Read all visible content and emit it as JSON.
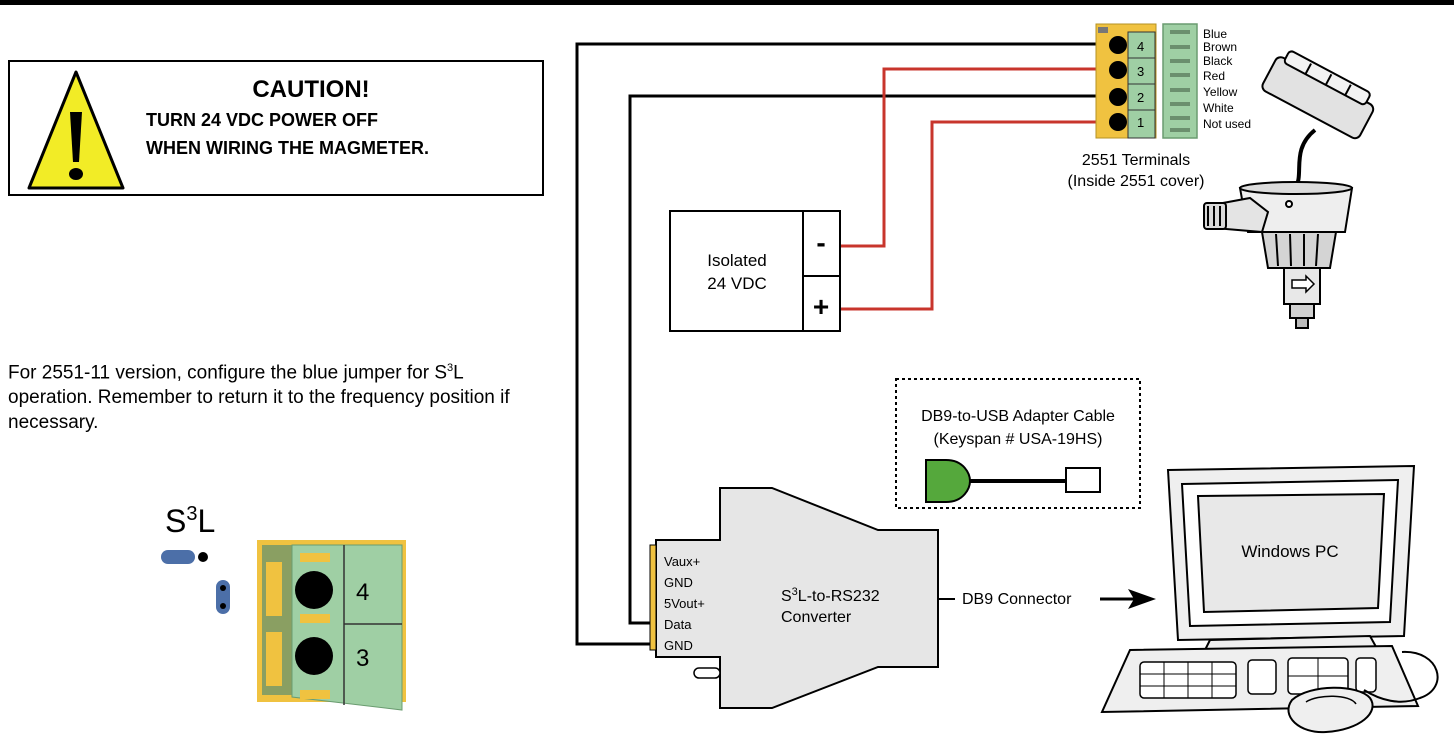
{
  "caution": {
    "title": "CAUTION!",
    "line1": "TURN 24 VDC POWER OFF",
    "line2": "WHEN WIRING THE MAGMETER."
  },
  "note": {
    "part1": "For 2551-11 version, configure the blue jumper for S",
    "sup": "3",
    "part2": "L operation.  Remember to return it to the frequency position if necessary."
  },
  "jumper_detail": {
    "label_s": "S",
    "label_sup": "3",
    "label_l": "L",
    "terminal_top": "4",
    "terminal_bottom": "3"
  },
  "terminal_block": {
    "numbers": [
      "4",
      "3",
      "2",
      "1"
    ],
    "wire_colors": [
      "Blue",
      "Brown",
      "Black",
      "Red",
      "Yellow",
      "White",
      "Not used"
    ],
    "caption_line1": "2551 Terminals",
    "caption_line2": "(Inside 2551 cover)"
  },
  "power_supply": {
    "line1": "Isolated",
    "line2": "24 VDC",
    "minus": "-",
    "plus": "+"
  },
  "adapter": {
    "line1": "DB9-to-USB Adapter Cable",
    "line2": "(Keyspan # USA-19HS)"
  },
  "converter": {
    "pins": [
      "Vaux+",
      "GND",
      "5Vout+",
      "Data",
      "GND"
    ],
    "title_prefix": "S",
    "title_sup": "3",
    "title_suffix": "L-to-RS232",
    "title_line2": "Converter"
  },
  "db9_label": "DB9 Connector",
  "pc_label": "Windows PC",
  "colors": {
    "wire_red": "#c8352c",
    "terminal_green": "#9fcfa4",
    "terminal_yellow": "#f0c240",
    "adapter_green": "#55a83c",
    "jumper_blue": "#4c6fa8",
    "caution_yellow": "#f2ec26",
    "converter_gray": "#e6e6e6"
  }
}
